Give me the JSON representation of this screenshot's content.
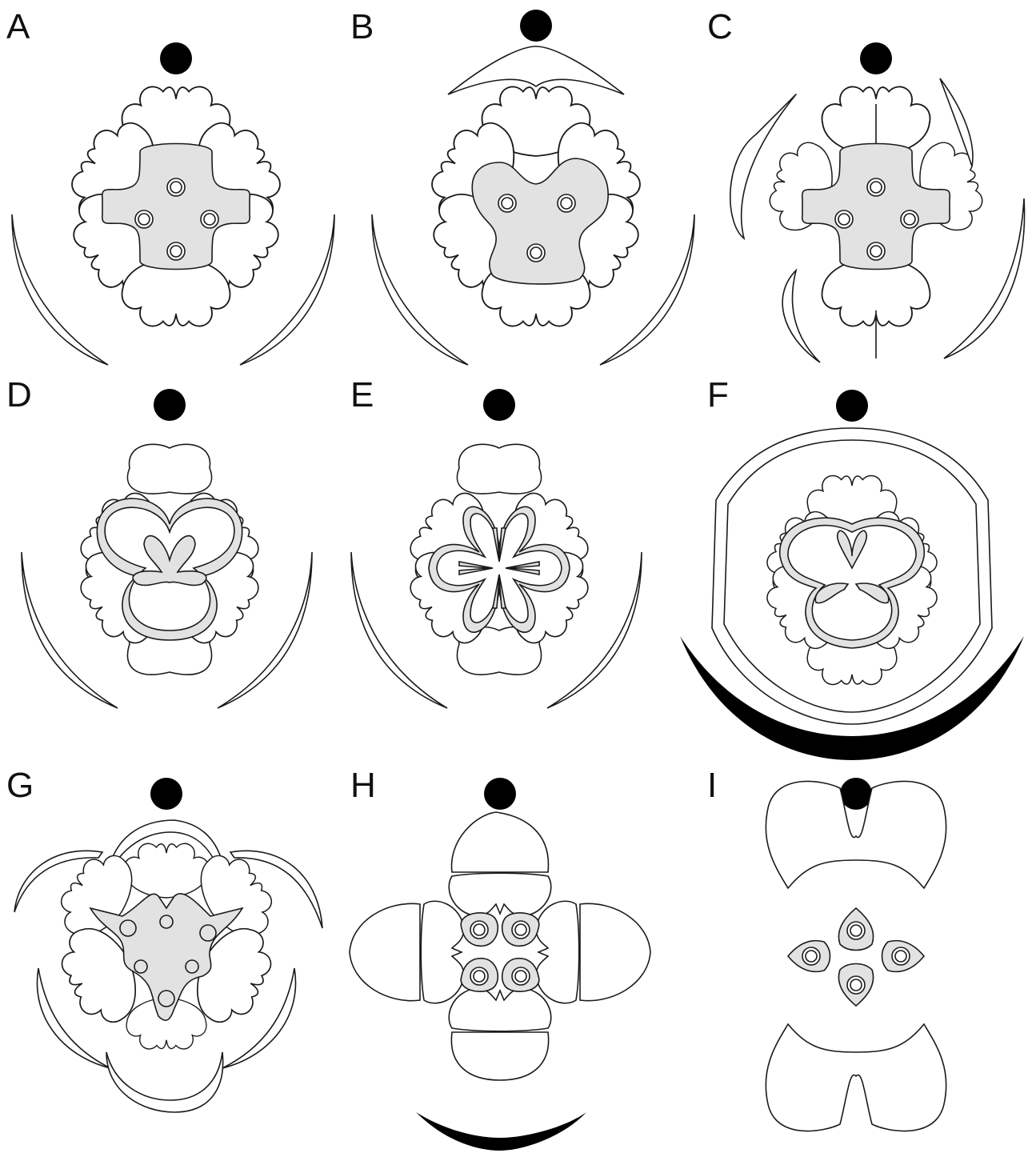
{
  "figure": {
    "panels": [
      {
        "label": "A",
        "merosity": 4,
        "gynoecium": "four-carpel, four ovules, gray"
      },
      {
        "label": "B",
        "merosity": 3,
        "gynoecium": "three-carpel, gray"
      },
      {
        "label": "C",
        "merosity": 4,
        "gynoecium": "four-carpel, gray"
      },
      {
        "label": "D",
        "merosity": 3,
        "gynoecium": "three-lobed ring"
      },
      {
        "label": "E",
        "merosity": 4,
        "gynoecium": "four-lobed ring"
      },
      {
        "label": "F",
        "merosity": 3,
        "gynoecium": "three-lobed ring, subtending bract black"
      },
      {
        "label": "G",
        "merosity": 3,
        "gynoecium": "three-carpel, lobed"
      },
      {
        "label": "H",
        "merosity": 4,
        "gynoecium": "four carpels, subtending bract black"
      },
      {
        "label": "I",
        "merosity": 2,
        "gynoecium": "four small carpels"
      }
    ],
    "colors": {
      "outline": "#1a1a1a",
      "fill_gray": "#e2e2e2",
      "axis_dot": "#000000",
      "background": "#ffffff"
    }
  }
}
